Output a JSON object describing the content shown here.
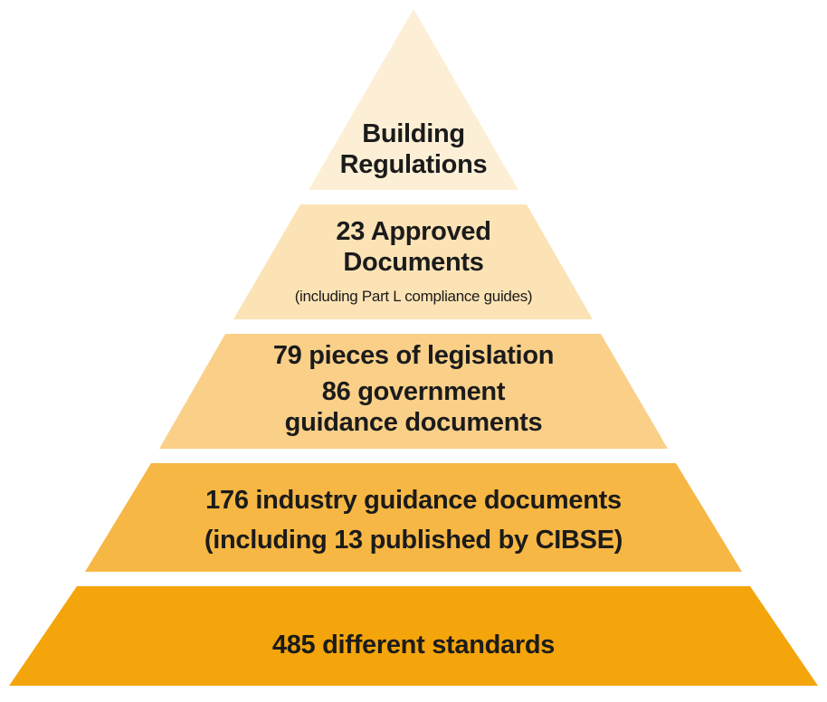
{
  "tiers": [
    {
      "color": "#fdefd6",
      "lines": [
        "Building",
        "Regulations"
      ]
    },
    {
      "color": "#fce3b5",
      "lines": [
        "23 Approved",
        "Documents"
      ],
      "note": "(including Part L compliance guides)"
    },
    {
      "color": "#fad089",
      "lines": [
        "79 pieces of legislation",
        "86 government",
        "guidance documents"
      ]
    },
    {
      "color": "#f7b744",
      "lines": [
        "176 industry guidance documents",
        "(including 13 published by CIBSE)"
      ]
    },
    {
      "color": "#f3a50b",
      "lines": [
        "485 different standards"
      ]
    }
  ]
}
